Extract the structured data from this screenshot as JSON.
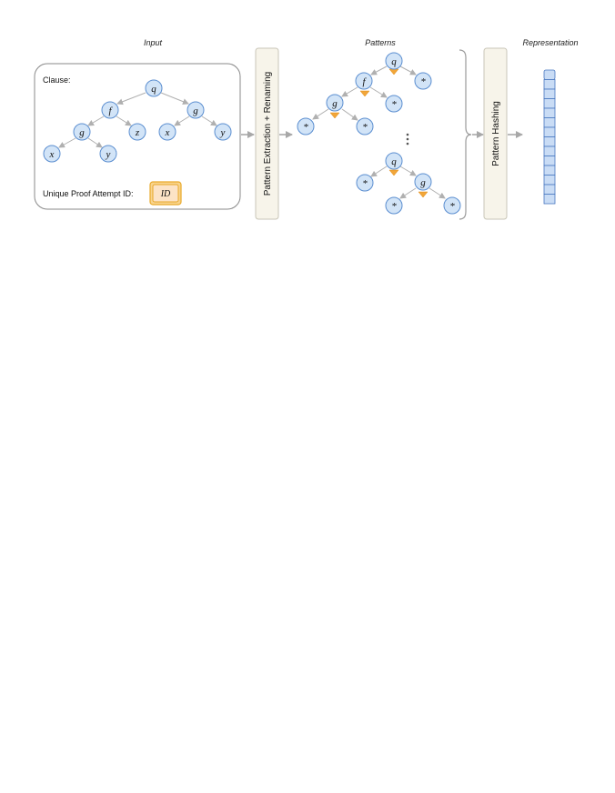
{
  "sections": {
    "input": "Input",
    "patterns": "Patterns",
    "representation": "Representation"
  },
  "input_panel": {
    "clause_label": "Clause:",
    "id_label": "Unique Proof Attempt ID:",
    "id_value": "ID"
  },
  "clause_tree": {
    "root": "q",
    "l1_left": "f",
    "l1_right": "g",
    "l2_a": "g",
    "l2_b": "z",
    "l2_c": "x",
    "l2_d": "y",
    "l3_a": "x",
    "l3_b": "y"
  },
  "steps": {
    "extraction": "Pattern Extraction + Renaming",
    "hashing": "Pattern Hashing"
  },
  "pattern1": {
    "root": "q",
    "root_right": "*",
    "f": "f",
    "f_right": "*",
    "g": "g",
    "g_left": "*",
    "g_right": "*"
  },
  "pattern2": {
    "root": "q",
    "root_left": "*",
    "g": "g",
    "g_left": "*",
    "g_right": "*"
  },
  "representation": {
    "cells": 14
  },
  "colors": {
    "node_fill": "#d2e4f7",
    "node_stroke": "#5b8ed0",
    "marker": "#f1a63a",
    "id_fill": "#fce3c6",
    "step_box": "#f7f4ea"
  }
}
